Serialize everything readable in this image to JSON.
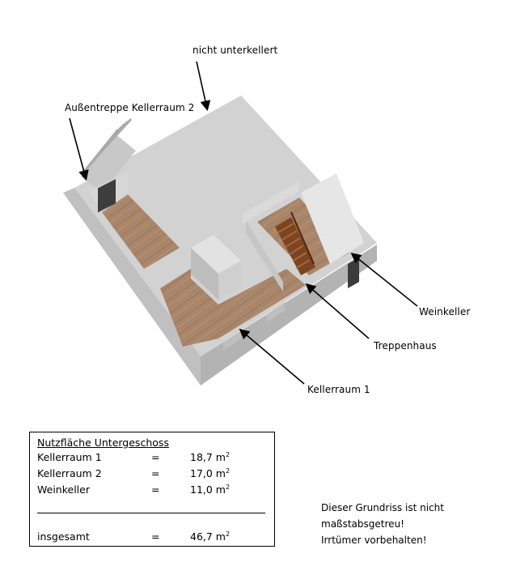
{
  "annotations": {
    "nicht_unterkellert": "nicht unterkellert",
    "aussentreppe": "Außentreppe Kellerraum 2",
    "weinkeller": "Weinkeller",
    "treppenhaus": "Treppenhaus",
    "kellerraum1": "Kellerraum 1"
  },
  "area_table": {
    "title": "Nutzfläche Untergeschoss",
    "rows": [
      {
        "name": "Kellerraum 1",
        "eq": "=",
        "value": "18,7 m",
        "unit_exp": "2"
      },
      {
        "name": "Kellerraum 2",
        "eq": "=",
        "value": "17,0 m",
        "unit_exp": "2"
      },
      {
        "name": "Weinkeller",
        "eq": "=",
        "value": "11,0 m",
        "unit_exp": "2"
      }
    ],
    "total": {
      "name": "insgesamt",
      "eq": "=",
      "value": "46,7 m",
      "unit_exp": "2"
    }
  },
  "disclaimer": {
    "line1": "Dieser Grundriss ist nicht",
    "line2": "maßstabsgetreu!",
    "line3": "Irrtümer vorbehalten!"
  },
  "colors": {
    "wall_top": "#cfcfcf",
    "wall_side": "#bcbcbc",
    "wall_shadow": "#a9a9a9",
    "floor_wood": "#a9856a",
    "floor_wood_dark": "#8d6c54",
    "stair_wood": "#7a4520"
  }
}
